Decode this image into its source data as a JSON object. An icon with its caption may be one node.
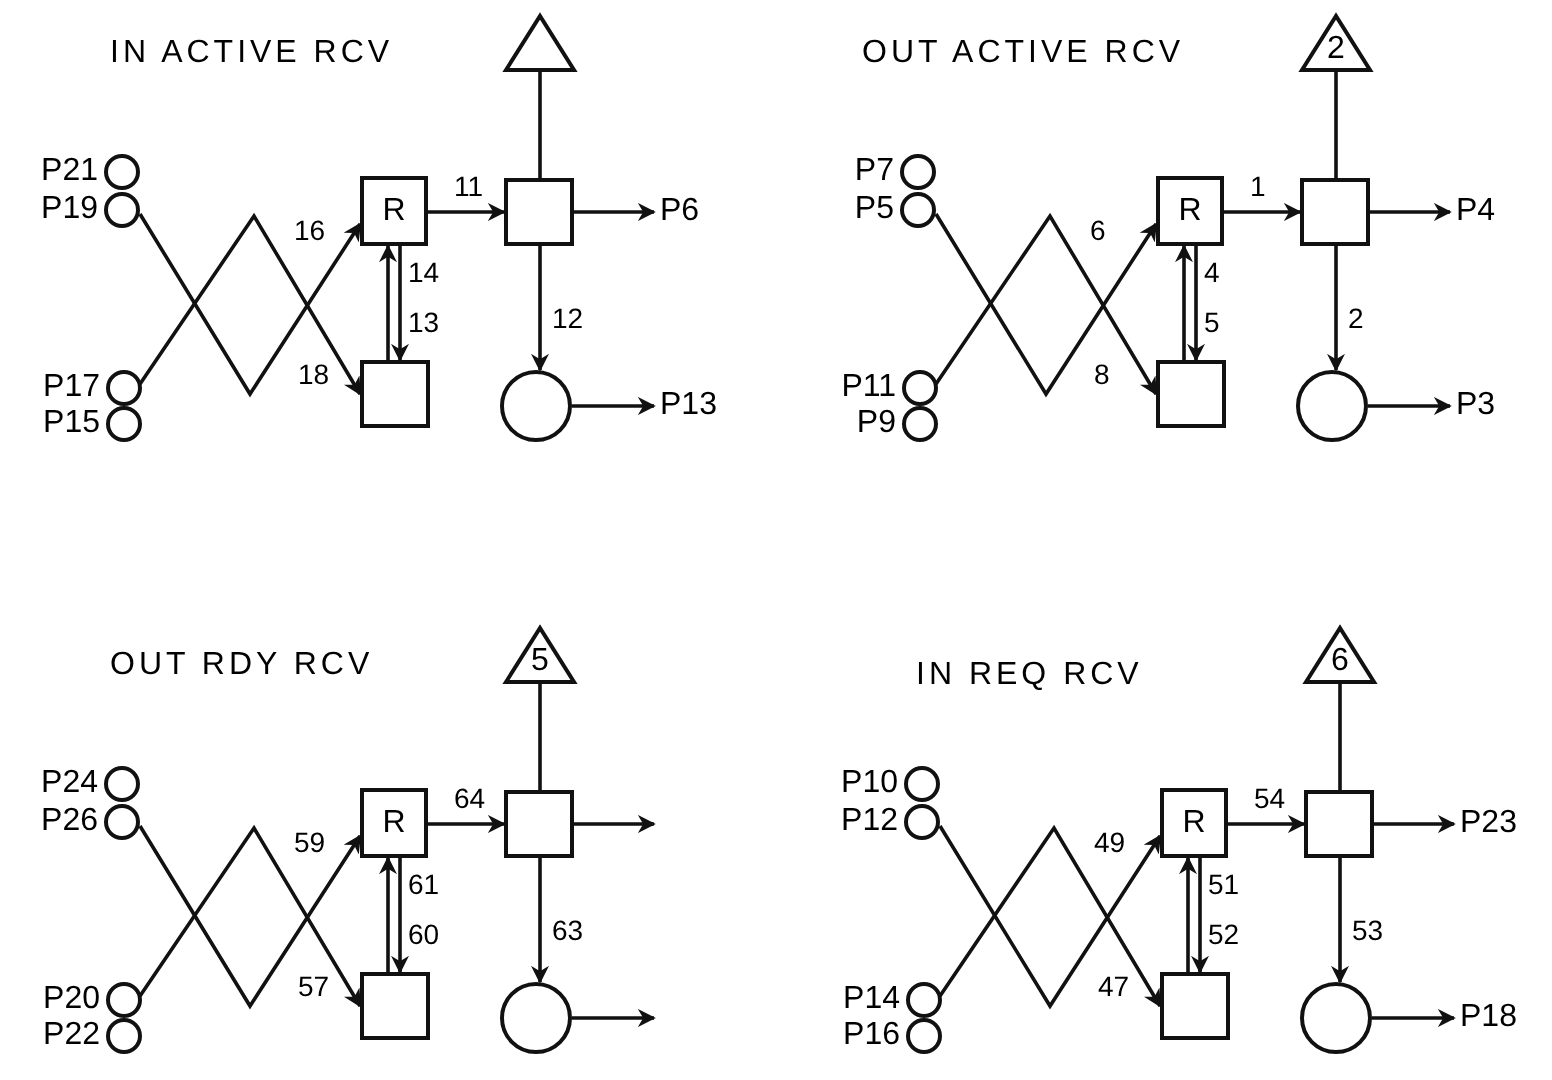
{
  "diagram": {
    "nodes": [
      {
        "text": [],
        "shape": "triangle"
      },
      {
        "text": [],
        "shape": "circle",
        "beside": [
          "P21"
        ]
      },
      {
        "text": [],
        "shape": "circle",
        "beside": [
          "P19"
        ]
      },
      {
        "text": [],
        "shape": "circle",
        "beside": [
          "P17"
        ]
      },
      {
        "text": [],
        "shape": "circle",
        "beside": [
          "P15"
        ]
      },
      {
        "text": [
          "R"
        ]
      },
      {
        "text": [],
        "shape": "box"
      },
      {
        "text": [],
        "shape": "box"
      },
      {
        "text": [],
        "shape": "circle"
      },
      {
        "text": [
          "P6"
        ]
      },
      {
        "text": [
          "P13"
        ]
      },
      {
        "text": [
          "2"
        ]
      },
      {
        "text": [],
        "shape": "circle",
        "beside": [
          "P7"
        ]
      },
      {
        "text": [],
        "shape": "circle",
        "beside": [
          "P5"
        ]
      },
      {
        "text": [],
        "shape": "circle",
        "beside": [
          "P11"
        ]
      },
      {
        "text": [],
        "shape": "circle",
        "beside": [
          "P9"
        ]
      },
      {
        "text": [
          "R"
        ]
      },
      {
        "text": [],
        "shape": "box"
      },
      {
        "text": [],
        "shape": "box"
      },
      {
        "text": [],
        "shape": "circle"
      },
      {
        "text": [
          "P4"
        ]
      },
      {
        "text": [
          "P3"
        ]
      },
      {
        "text": [
          "5"
        ]
      },
      {
        "text": [],
        "shape": "circle",
        "beside": [
          "P24"
        ]
      },
      {
        "text": [],
        "shape": "circle",
        "beside": [
          "P26"
        ]
      },
      {
        "text": [],
        "shape": "circle",
        "beside": [
          "P20"
        ]
      },
      {
        "text": [],
        "shape": "circle",
        "beside": [
          "P22"
        ]
      },
      {
        "text": [
          "R"
        ]
      },
      {
        "text": [],
        "shape": "box"
      },
      {
        "text": [],
        "shape": "box"
      },
      {
        "text": [],
        "shape": "circle"
      },
      {
        "text": [
          "6"
        ]
      },
      {
        "text": [],
        "shape": "circle",
        "beside": [
          "P10"
        ]
      },
      {
        "text": [],
        "shape": "circle",
        "beside": [
          "P12"
        ]
      },
      {
        "text": [],
        "shape": "circle",
        "beside": [
          "P14"
        ]
      },
      {
        "text": [],
        "shape": "circle",
        "beside": [
          "P16"
        ]
      },
      {
        "text": [
          "R"
        ]
      },
      {
        "text": [],
        "shape": "box"
      },
      {
        "text": [],
        "shape": "box"
      },
      {
        "text": [],
        "shape": "circle"
      },
      {
        "text": [
          "P23"
        ]
      },
      {
        "text": [
          "P18"
        ]
      }
    ],
    "edges": [
      {
        "from": 2,
        "to": 5,
        "arrow": "to",
        "label": "16"
      },
      {
        "from": 3,
        "to": 7,
        "arrow": "to",
        "label": "18"
      },
      {
        "from": 5,
        "to": 6,
        "arrow": "to",
        "label": "11"
      },
      {
        "from": 7,
        "to": 5,
        "arrow": "to",
        "label": "14"
      },
      {
        "from": 5,
        "to": 7,
        "arrow": "to",
        "label": "13"
      },
      {
        "from": 6,
        "to": 0,
        "arrow": "none"
      },
      {
        "from": 6,
        "to": 9,
        "arrow": "to"
      },
      {
        "from": 6,
        "to": 8,
        "arrow": "to",
        "label": "12"
      },
      {
        "from": 8,
        "to": 10,
        "arrow": "to"
      },
      {
        "from": 13,
        "to": 16,
        "arrow": "to",
        "label": "6"
      },
      {
        "from": 14,
        "to": 18,
        "arrow": "to",
        "label": "8"
      },
      {
        "from": 16,
        "to": 17,
        "arrow": "to",
        "label": "1"
      },
      {
        "from": 18,
        "to": 16,
        "arrow": "to",
        "label": "4"
      },
      {
        "from": 16,
        "to": 18,
        "arrow": "to",
        "label": "5"
      },
      {
        "from": 17,
        "to": 11,
        "arrow": "none"
      },
      {
        "from": 17,
        "to": 20,
        "arrow": "to"
      },
      {
        "from": 17,
        "to": 19,
        "arrow": "to",
        "label": "2"
      },
      {
        "from": 19,
        "to": 21,
        "arrow": "to"
      },
      {
        "from": 24,
        "to": 27,
        "arrow": "to",
        "label": "59"
      },
      {
        "from": 25,
        "to": 29,
        "arrow": "to",
        "label": "57"
      },
      {
        "from": 27,
        "to": 28,
        "arrow": "to",
        "label": "64"
      },
      {
        "from": 29,
        "to": 27,
        "arrow": "to",
        "label": "61"
      },
      {
        "from": 27,
        "to": 29,
        "arrow": "to",
        "label": "60"
      },
      {
        "from": 28,
        "to": 22,
        "arrow": "none"
      },
      {
        "from": 28,
        "to": null,
        "arrow": "to"
      },
      {
        "from": 28,
        "to": 30,
        "arrow": "to",
        "label": "63"
      },
      {
        "from": 30,
        "to": null,
        "arrow": "to"
      },
      {
        "from": 33,
        "to": 36,
        "arrow": "to",
        "label": "49"
      },
      {
        "from": 34,
        "to": 38,
        "arrow": "to",
        "label": "47"
      },
      {
        "from": 36,
        "to": 37,
        "arrow": "to",
        "label": "54"
      },
      {
        "from": 38,
        "to": 36,
        "arrow": "to",
        "label": "51"
      },
      {
        "from": 36,
        "to": 38,
        "arrow": "to",
        "label": "52"
      },
      {
        "from": 37,
        "to": 31,
        "arrow": "none"
      },
      {
        "from": 37,
        "to": 40,
        "arrow": "to"
      },
      {
        "from": 37,
        "to": 39,
        "arrow": "to",
        "label": "53"
      },
      {
        "from": 39,
        "to": 41,
        "arrow": "to"
      }
    ],
    "labels": [
      "IN ACTIVE RCV",
      "OUT ACTIVE RCV",
      "OUT RDY RCV",
      "IN REQ RCV"
    ]
  }
}
